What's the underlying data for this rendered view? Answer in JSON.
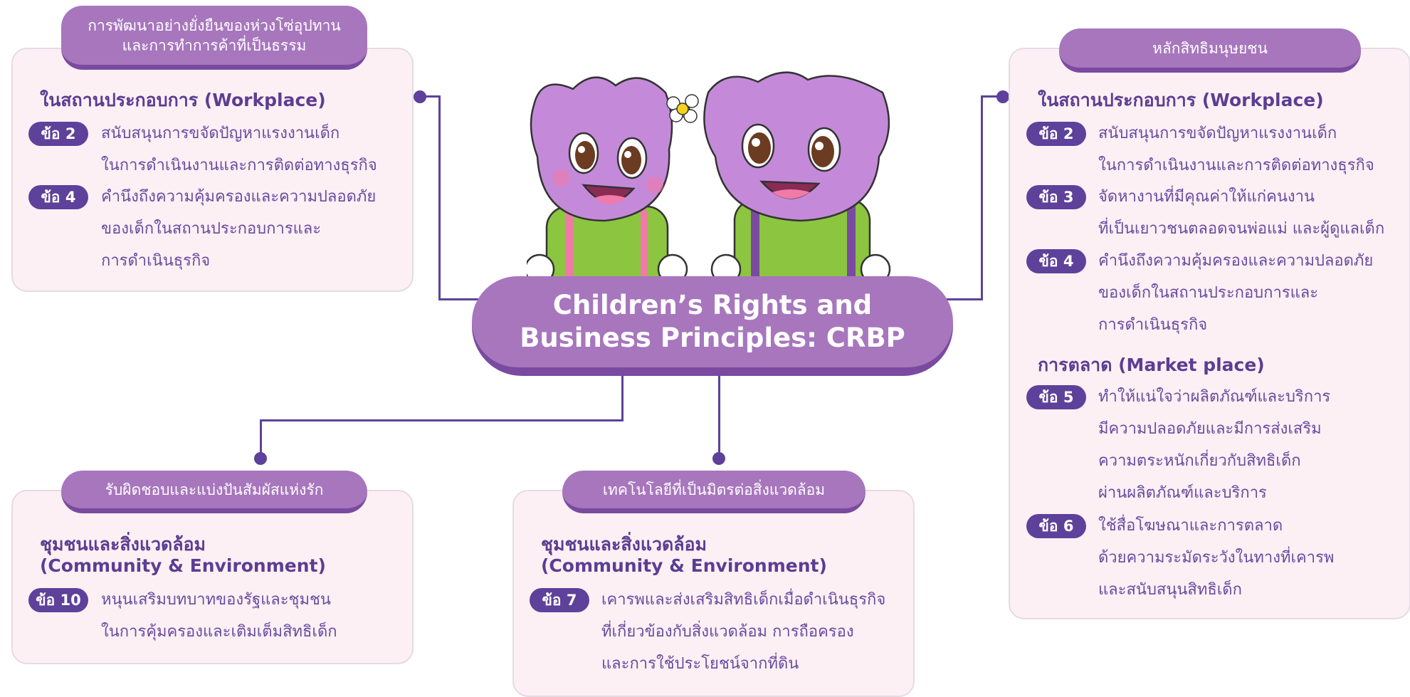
{
  "center": {
    "title": "Children’s Rights and\nBusiness Principles: CRBP"
  },
  "cards": {
    "top_left": {
      "tab": "การพัฒนาอย่างยั่งยืนของห่วงโซ่อุปทาน\nและการทำการค้าที่เป็นธรรม",
      "section": "ในสถานประกอบการ (Workplace)",
      "items": [
        {
          "badge": "ข้อ 2",
          "text": "สนับสนุนการขจัดปัญหาแรงงานเด็ก\nในการดำเนินงานและการติดต่อทางธุรกิจ"
        },
        {
          "badge": "ข้อ 4",
          "text": "คำนึงถึงความคุ้มครองและความปลอดภัย\nของเด็กในสถานประกอบการและ\nการดำเนินธุรกิจ"
        }
      ]
    },
    "right": {
      "tab": "หลักสิทธิมนุษยชน",
      "section1": "ในสถานประกอบการ (Workplace)",
      "items1": [
        {
          "badge": "ข้อ 2",
          "text": "สนับสนุนการขจัดปัญหาแรงงานเด็ก\nในการดำเนินงานและการติดต่อทางธุรกิจ"
        },
        {
          "badge": "ข้อ 3",
          "text": "จัดหางานที่มีคุณค่าให้แก่คนงาน\nที่เป็นเยาวชนตลอดจนพ่อแม่ และผู้ดูแลเด็ก"
        },
        {
          "badge": "ข้อ 4",
          "text": "คำนึงถึงความคุ้มครองและความปลอดภัย\nของเด็กในสถานประกอบการและ\nการดำเนินธุรกิจ"
        }
      ],
      "section2": "การตลาด (Market place)",
      "items2": [
        {
          "badge": "ข้อ 5",
          "text": "ทำให้แน่ใจว่าผลิตภัณฑ์และบริการ\nมีความปลอดภัยและมีการส่งเสริม\nความตระหนักเกี่ยวกับสิทธิเด็ก\nผ่านผลิตภัณฑ์และบริการ"
        },
        {
          "badge": "ข้อ 6",
          "text": "ใช้สื่อโฆษณาและการตลาด\nด้วยความระมัดระวังในทางที่เคารพ\nและสนับสนุนสิทธิเด็ก"
        }
      ]
    },
    "bottom_left": {
      "tab": "รับผิดชอบและแบ่งปันสัมผัสแห่งรัก",
      "section": "ชุมชนและสิ่งแวดล้อม\n(Community & Environment)",
      "items": [
        {
          "badge": "ข้อ 10",
          "text": "หนุนเสริมบทบาทของรัฐและชุมชน\nในการคุ้มครองและเติมเต็มสิทธิเด็ก"
        }
      ]
    },
    "bottom_center": {
      "tab": "เทคโนโลยีที่เป็นมิตรต่อสิ่งแวดล้อม",
      "section": "ชุมชนและสิ่งแวดล้อม\n(Community & Environment)",
      "items": [
        {
          "badge": "ข้อ 7",
          "text": "เคารพและส่งเสริมสิทธิเด็กเมื่อดำเนินธุรกิจ\nที่เกี่ยวข้องกับสิ่งแวดล้อม การถือครอง\nและการใช้ประโยชน์จากที่ดิน"
        }
      ]
    }
  },
  "colors": {
    "accent": "#5e419a",
    "tab": "#a776bd",
    "card_bg": "#fdf0f5",
    "mascot": "#c48ad9",
    "shirt": "#8cc540"
  }
}
